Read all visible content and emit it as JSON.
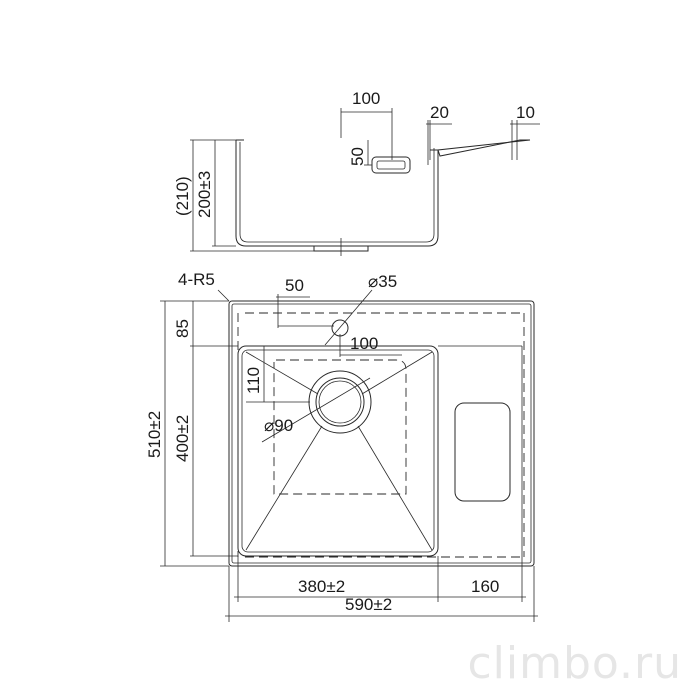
{
  "drawing": {
    "side_view": {
      "dim_width_top": "100",
      "dim_overflow_height": "50",
      "dim_rim_20": "20",
      "dim_rim_10": "10",
      "dim_total_height": "(210)",
      "dim_bowl_depth": "200±3"
    },
    "plan_view": {
      "corner_radius": "4-R5",
      "dim_offset_50": "50",
      "dim_hole_diameter": "⌀35",
      "dim_offset_100": "100",
      "dim_top_85": "85",
      "dim_110": "110",
      "dim_drain_diameter": "⌀90",
      "dim_total_depth": "510±2",
      "dim_bowl_depth": "400±2",
      "dim_bowl_width": "380±2",
      "dim_drainer_width": "160",
      "dim_total_width": "590±2"
    }
  },
  "watermark": "climbo.ru"
}
